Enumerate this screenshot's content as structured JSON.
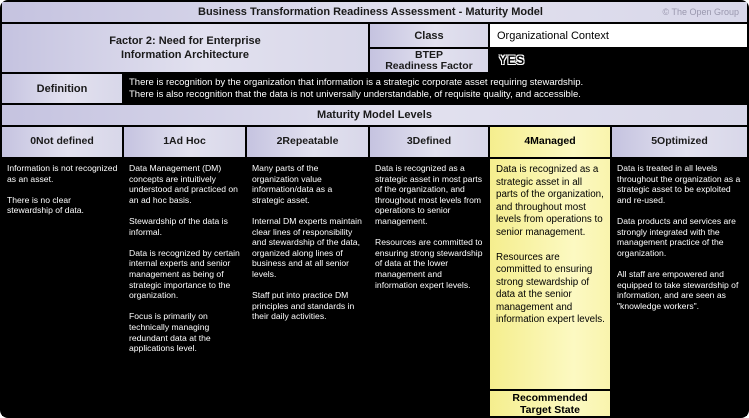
{
  "header": {
    "title": "Business Transformation Readiness Assessment - Maturity Model",
    "copyright": "© The Open Group"
  },
  "factor": {
    "name": "Factor 2: Need for Enterprise\nInformation Architecture",
    "class_label": "Class",
    "class_value": "Organizational Context",
    "btep_label": "BTEP\nReadiness Factor",
    "btep_value": "YES"
  },
  "definition": {
    "label": "Definition",
    "text": "There is recognition by the organization that information is a strategic corporate asset requiring stewardship.\nThere is also recognition that the data is not universally understandable, of requisite quality, and accessible."
  },
  "maturity": {
    "section_title": "Maturity Model Levels",
    "levels": [
      {
        "number": "0",
        "name": "Not defined",
        "description": "Information is not recognized as an asset.\n\nThere is no clear stewardship of data.",
        "footer": ""
      },
      {
        "number": "1",
        "name": "Ad Hoc",
        "description": "Data Management (DM) concepts are intuitively understood and practiced on an ad hoc basis.\n\nStewardship of the data is informal.\n\nData is recognized by certain internal experts and senior management as being of strategic importance to the organization.\n\nFocus is primarily on technically managing redundant data at the applications level.",
        "footer": ""
      },
      {
        "number": "2",
        "name": "Repeatable",
        "description": "Many parts of the organization value information/data as a strategic asset.\n\nInternal DM experts maintain clear lines of responsibility and stewardship of the data, organized along lines of business and at all senior levels.\n\nStaff put into practice DM principles and standards in their daily activities.",
        "footer": ""
      },
      {
        "number": "3",
        "name": "Defined",
        "description": "Data is recognized as a strategic asset in most parts of the organization, and throughout most levels from operations to senior management.\n\nResources are committed to ensuring strong stewardship of data at the lower management and information expert levels.",
        "footer": ""
      },
      {
        "number": "4",
        "name": "Managed",
        "description": "Data is recognized as a strategic asset in all parts of the organization, and throughout most levels from operations to senior management.\n\nResources are committed to ensuring strong stewardship of data at the senior management and information expert levels.",
        "footer": "Recommended\nTarget State"
      },
      {
        "number": "5",
        "name": "Optimized",
        "description": "Data is treated in all levels throughout the organization as a strategic asset to be exploited and re-used.\n\nData products and services are strongly integrated with the management practice of the organization.\n\nAll staff are empowered and equipped to take stewardship of information, and are seen as \"knowledge workers\".",
        "footer": ""
      }
    ]
  },
  "colors": {
    "header_lavender": "#c5c3e0",
    "highlight_yellow": "#f5ee8e",
    "cell_black": "#000000",
    "grid_border": "#000000"
  }
}
